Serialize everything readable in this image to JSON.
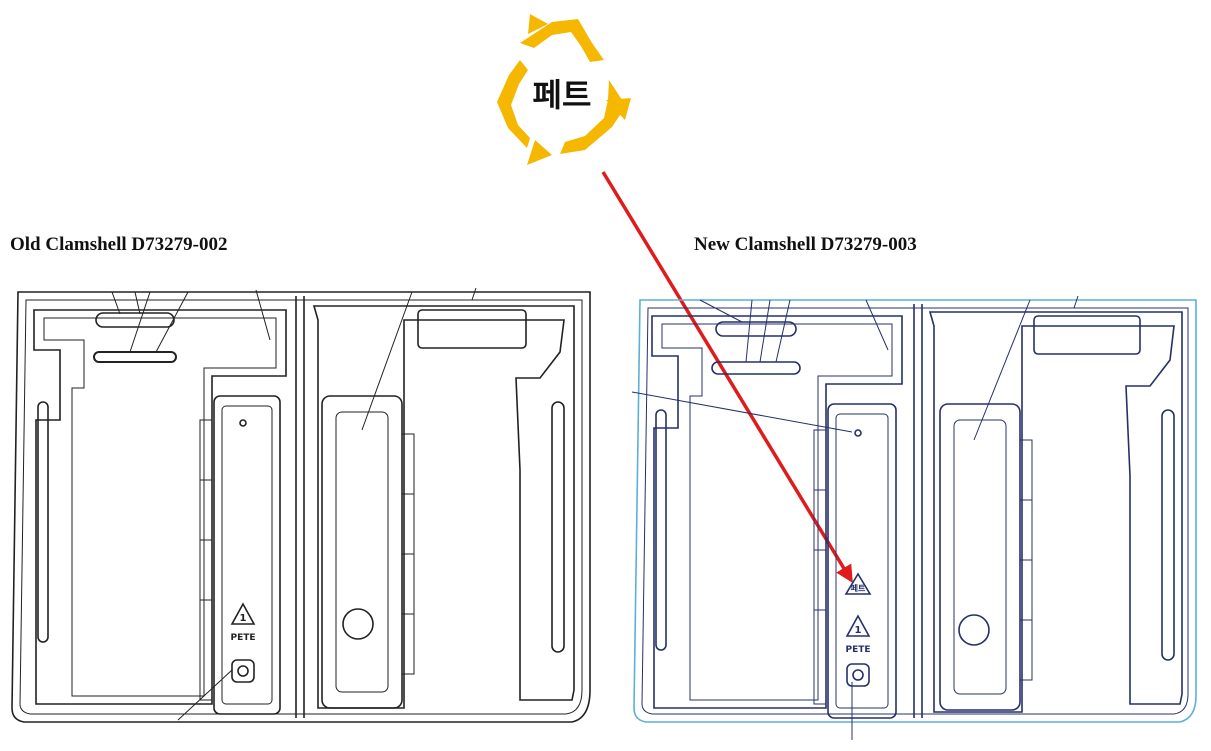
{
  "old_clamshell": {
    "title": "Old Clamshell D73279-002",
    "tray_code": "D73279-002"
  },
  "new_clamshell": {
    "title": "New Clamshell D73279-003",
    "tray_code": "D73279-003"
  },
  "korean_recycle_symbol": {
    "label": "페트",
    "color": "#f6b700",
    "icon": "recycle-triangle-icon"
  },
  "recycle_marks": {
    "pete_label": "PETE",
    "resin_number": "1",
    "korean_label": "페트"
  },
  "colors": {
    "pointer_arrow": "#e01b1b",
    "old_outline": "#222222",
    "new_outline": "#25306b",
    "new_border": "#5bb0d8"
  }
}
